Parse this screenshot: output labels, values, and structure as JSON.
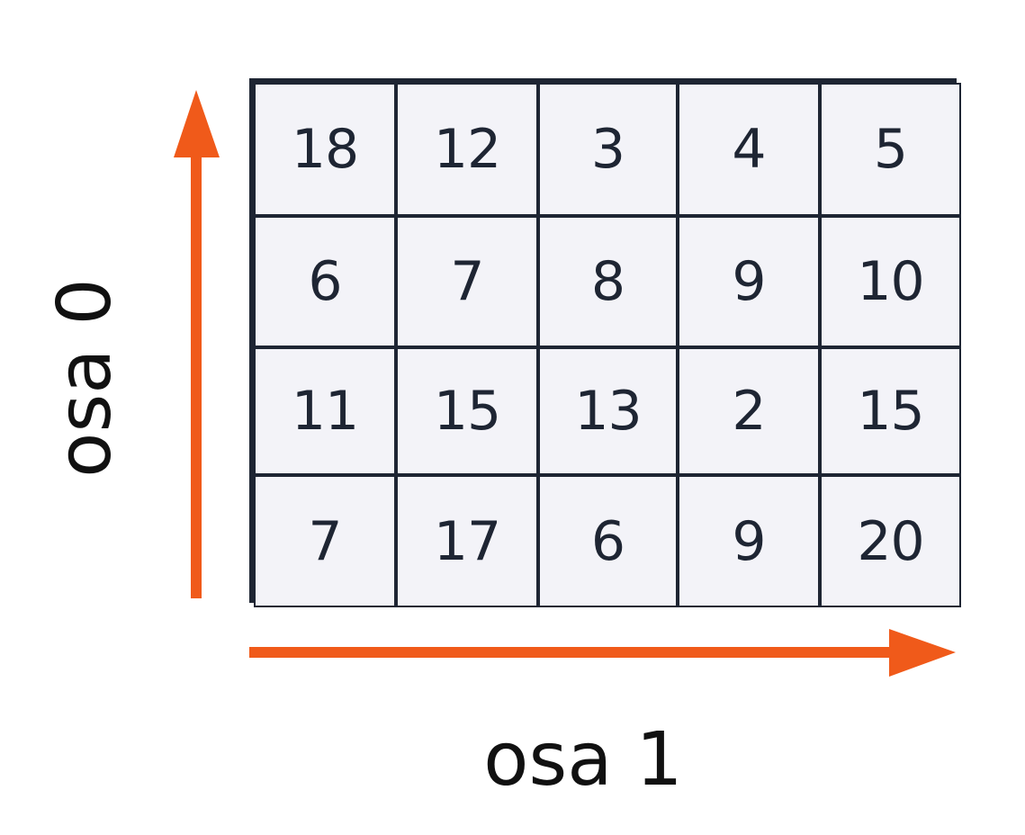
{
  "axes": {
    "axis0_label": "osa 0",
    "axis1_label": "osa 1",
    "arrow_color": "#f05a1a"
  },
  "matrix": {
    "rows": [
      [
        "18",
        "12",
        "3",
        "4",
        "5"
      ],
      [
        "6",
        "7",
        "8",
        "9",
        "10"
      ],
      [
        "11",
        "15",
        "13",
        "2",
        "15"
      ],
      [
        "7",
        "17",
        "6",
        "9",
        "20"
      ]
    ]
  }
}
